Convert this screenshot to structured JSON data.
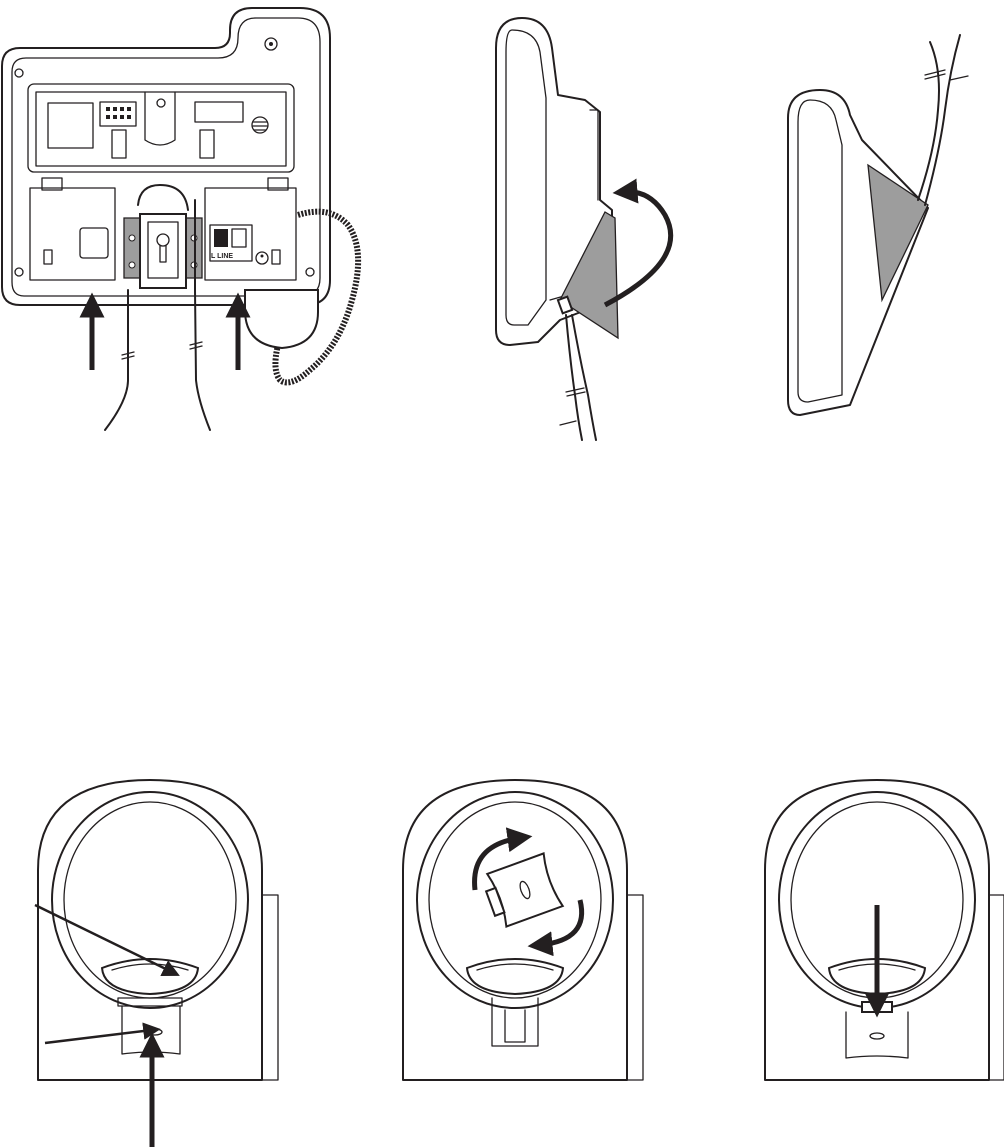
{
  "figure": {
    "panels": [
      {
        "id": "phone-back-view"
      },
      {
        "id": "phone-side-view-bracket-swing"
      },
      {
        "id": "phone-side-view-mounted"
      },
      {
        "id": "handset-tab-view-1"
      },
      {
        "id": "handset-tab-view-2-rotate"
      },
      {
        "id": "handset-tab-view-3-insert"
      }
    ],
    "port_label": "L LINE",
    "colors": {
      "line": "#231f20",
      "bracket": "#9d9d9d",
      "background": "#ffffff"
    }
  }
}
